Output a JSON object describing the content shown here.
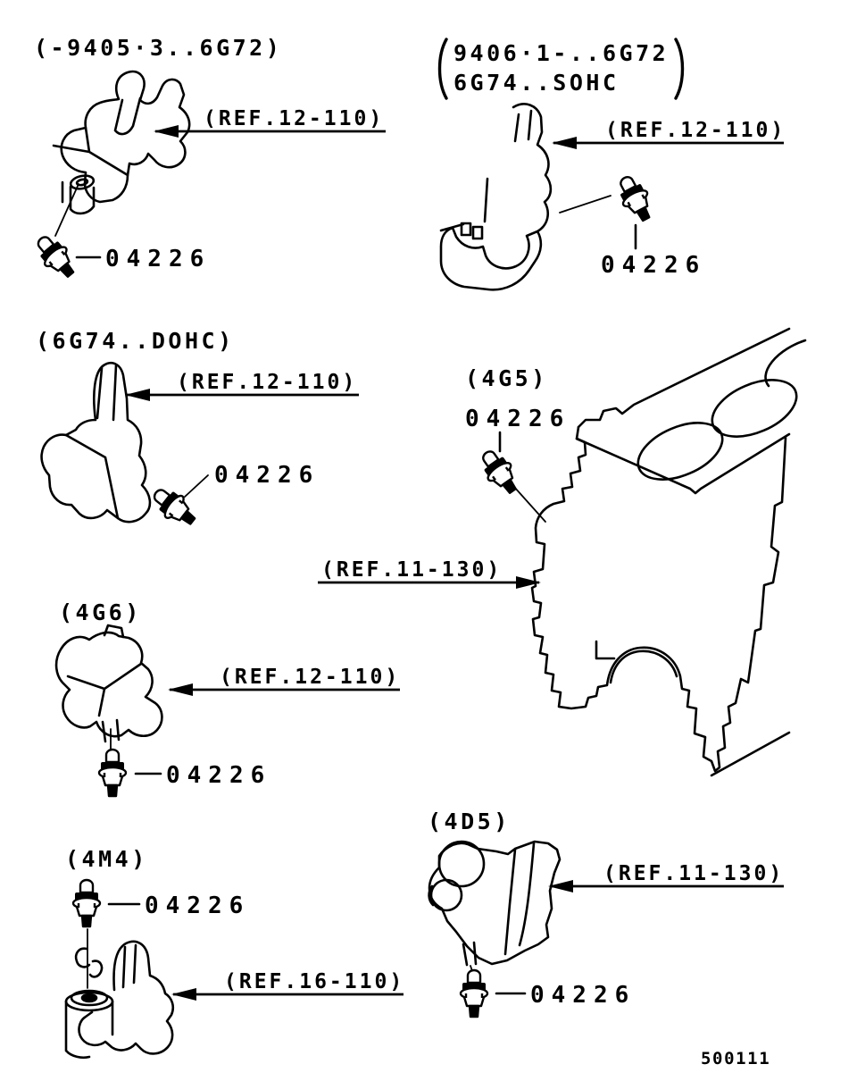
{
  "page": {
    "background_color": "#ffffff",
    "ink_color": "#000000",
    "page_code": "500111"
  },
  "icons": {
    "sensor_icon": "oil-pressure-switch"
  },
  "groups": [
    {
      "id": "early-6g72",
      "engine_label": "(-9405·3..6G72)",
      "ref_label": "(REF.12-110)",
      "part_label": "04226"
    },
    {
      "id": "late-6g72-sohc",
      "engine_label_line1": "9406·1-..6G72",
      "engine_label_line2": "6G74..SOHC",
      "ref_label": "(REF.12-110)",
      "part_label": "04226"
    },
    {
      "id": "6g74-dohc",
      "engine_label": "(6G74..DOHC)",
      "ref_label": "(REF.12-110)",
      "part_label": "04226"
    },
    {
      "id": "4g5",
      "engine_label": "(4G5)",
      "ref_label": "(REF.11-130)",
      "part_label": "04226"
    },
    {
      "id": "4g6",
      "engine_label": "(4G6)",
      "ref_label": "(REF.12-110)",
      "part_label": "04226"
    },
    {
      "id": "4m4",
      "engine_label": "(4M4)",
      "ref_label": "(REF.16-110)",
      "part_label": "04226"
    },
    {
      "id": "4d5",
      "engine_label": "(4D5)",
      "ref_label": "(REF.11-130)",
      "part_label": "04226"
    }
  ]
}
